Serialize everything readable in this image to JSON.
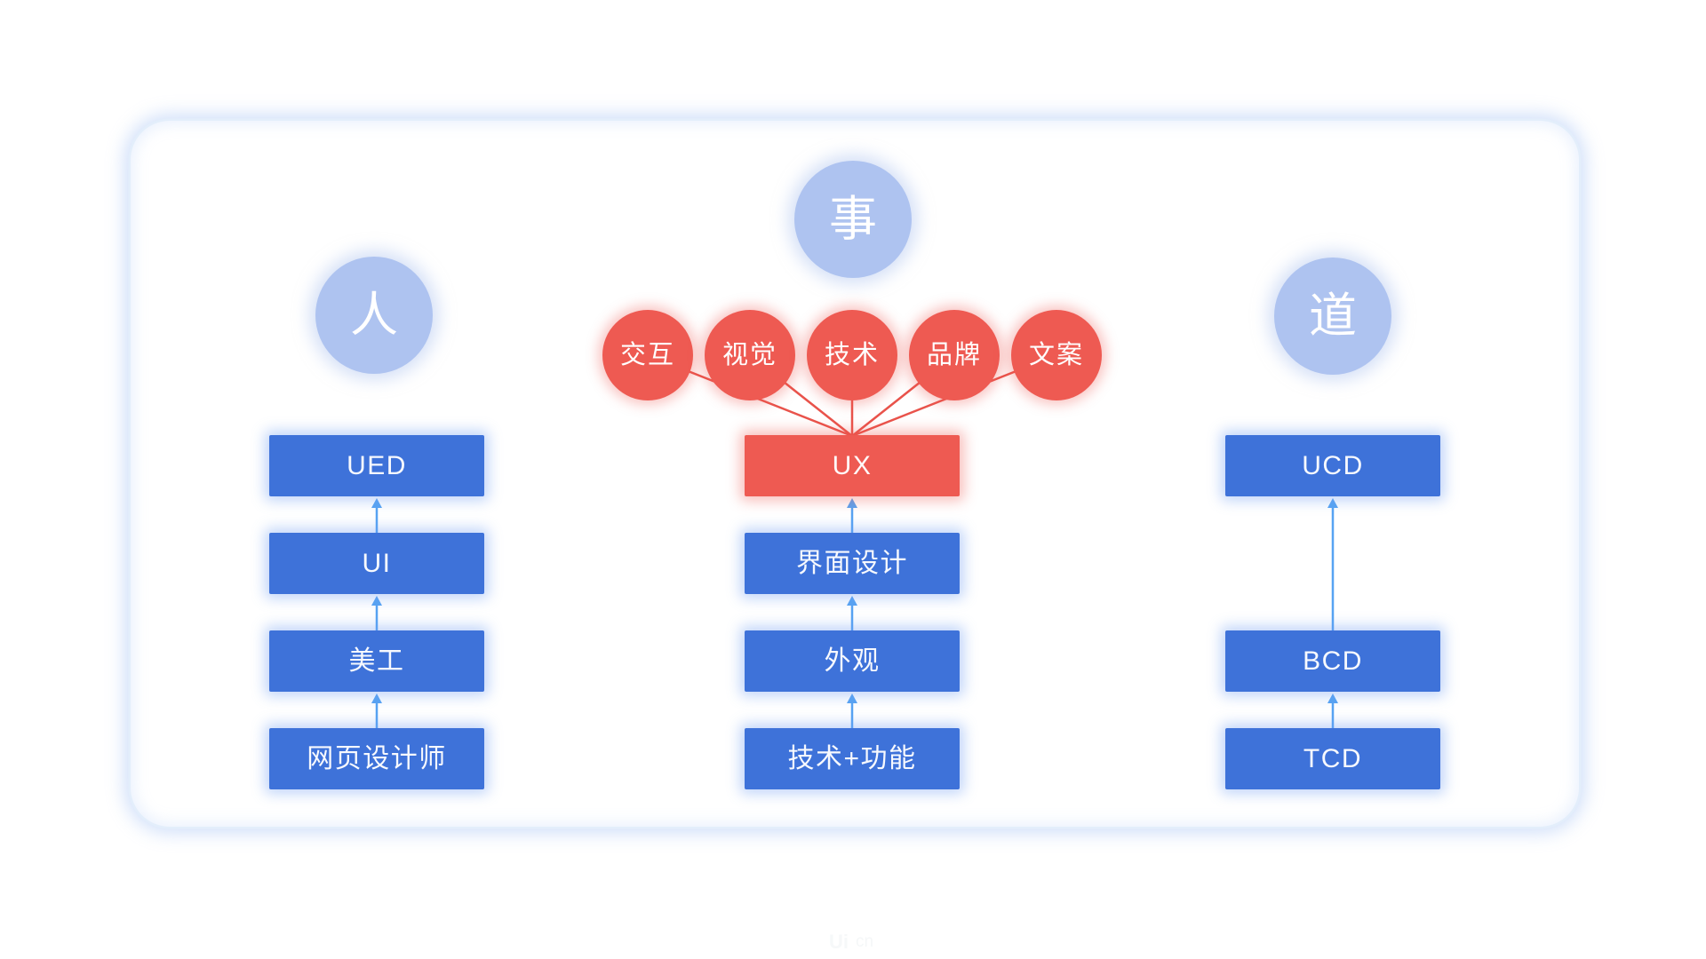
{
  "palette": {
    "node_blue": "#3e72d9",
    "accent_red": "#ee5a52",
    "concept_circle_blue": "#aec3f0",
    "arrow_blue": "#57a3f2",
    "line_red": "#e9534b",
    "card_glow_blue": "#cfe0f8",
    "text_white": "#ffffff"
  },
  "concept_circles": {
    "person": {
      "label": "人"
    },
    "matter": {
      "label": "事"
    },
    "way": {
      "label": "道"
    }
  },
  "factor_circles": [
    {
      "label": "交互"
    },
    {
      "label": "视觉"
    },
    {
      "label": "技术"
    },
    {
      "label": "品牌"
    },
    {
      "label": "文案"
    }
  ],
  "columns": {
    "person": {
      "items": [
        {
          "label": "UED"
        },
        {
          "label": "UI"
        },
        {
          "label": "美工"
        },
        {
          "label": "网页设计师"
        }
      ]
    },
    "matter": {
      "items": [
        {
          "label": "UX"
        },
        {
          "label": "界面设计"
        },
        {
          "label": "外观"
        },
        {
          "label": "技术+功能"
        }
      ]
    },
    "way": {
      "items": [
        {
          "label": "UCD"
        },
        {
          "label": "BCD"
        },
        {
          "label": "TCD"
        }
      ]
    }
  },
  "watermark": {
    "glyph": "Ui",
    "text": "cn"
  }
}
